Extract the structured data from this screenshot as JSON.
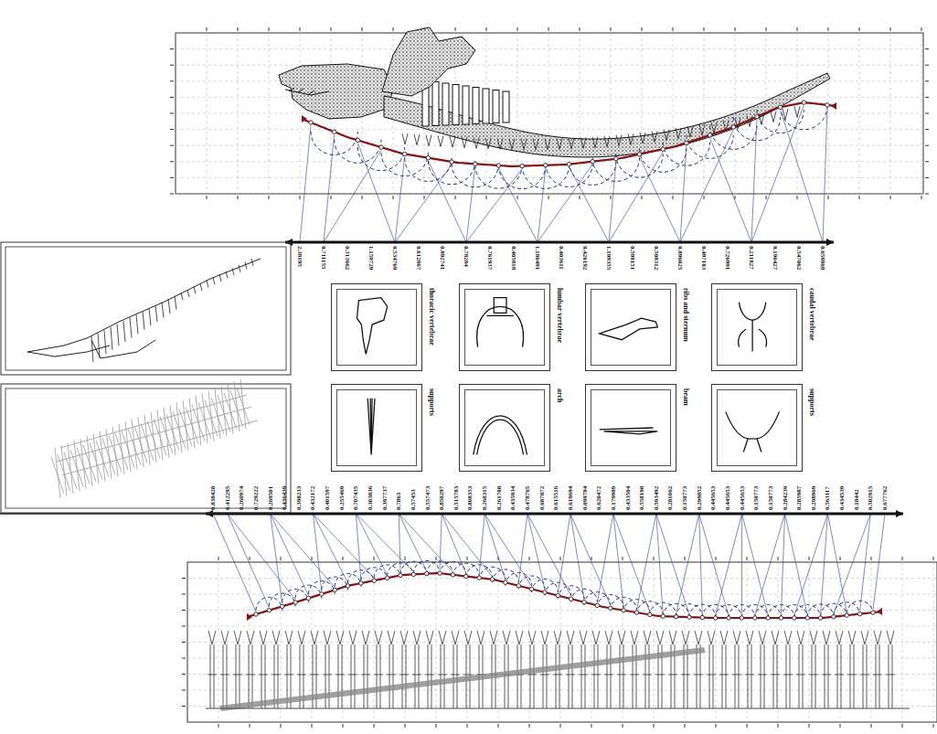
{
  "diagram": {
    "nodes": [
      {
        "text": [
          "thoracic vertebrae"
        ]
      },
      {
        "text": [
          "lumbar vertebrae"
        ]
      },
      {
        "text": [
          "ribs and sternum"
        ]
      },
      {
        "text": [
          "caudal vertebrae"
        ]
      },
      {
        "text": [
          "supports"
        ]
      },
      {
        "text": [
          "arch"
        ]
      },
      {
        "text": [
          "beam"
        ]
      },
      {
        "text": [
          "supports"
        ]
      }
    ],
    "edges": [],
    "labels": [
      "2.38195",
      "0.711155",
      "0.313662",
      "1.159729",
      "0.534769",
      "0.612867",
      "0.892741",
      "0.78284",
      "0.761937",
      "0.405818",
      "1.186491",
      "0.403611",
      "0.426192",
      "1.199355",
      "0.598151",
      "0.508312",
      "0.896025",
      "0.497103",
      "0.726991",
      "0.211827",
      "0.196427",
      "0.547062",
      "0.658868",
      "0.838428",
      "0.412295",
      "0.260974",
      "0.729222",
      "0.269501",
      "0.436439",
      "0.398233",
      "0.432172",
      "0.401597",
      "0.255469",
      "0.707435",
      "0.303836",
      "0.397737",
      "0.7863",
      "0.57453",
      "0.557473",
      "0.850297",
      "0.515783",
      "0.808353",
      "0.260315",
      "0.261708",
      "0.435934",
      "0.478765",
      "0.687872",
      "0.615516",
      "0.619694",
      "0.099784",
      "0.620472",
      "0.179989",
      "0.433504",
      "0.558198",
      "0.593492",
      "0.281062",
      "0.150773",
      "0.299852",
      "0.445653",
      "0.445653",
      "0.445653",
      "0.150773",
      "0.150773",
      "0.284239",
      "0.285987",
      "0.298969",
      "0.563117",
      "0.434539",
      "0.18442",
      "0.502915",
      "0.677762"
    ]
  }
}
